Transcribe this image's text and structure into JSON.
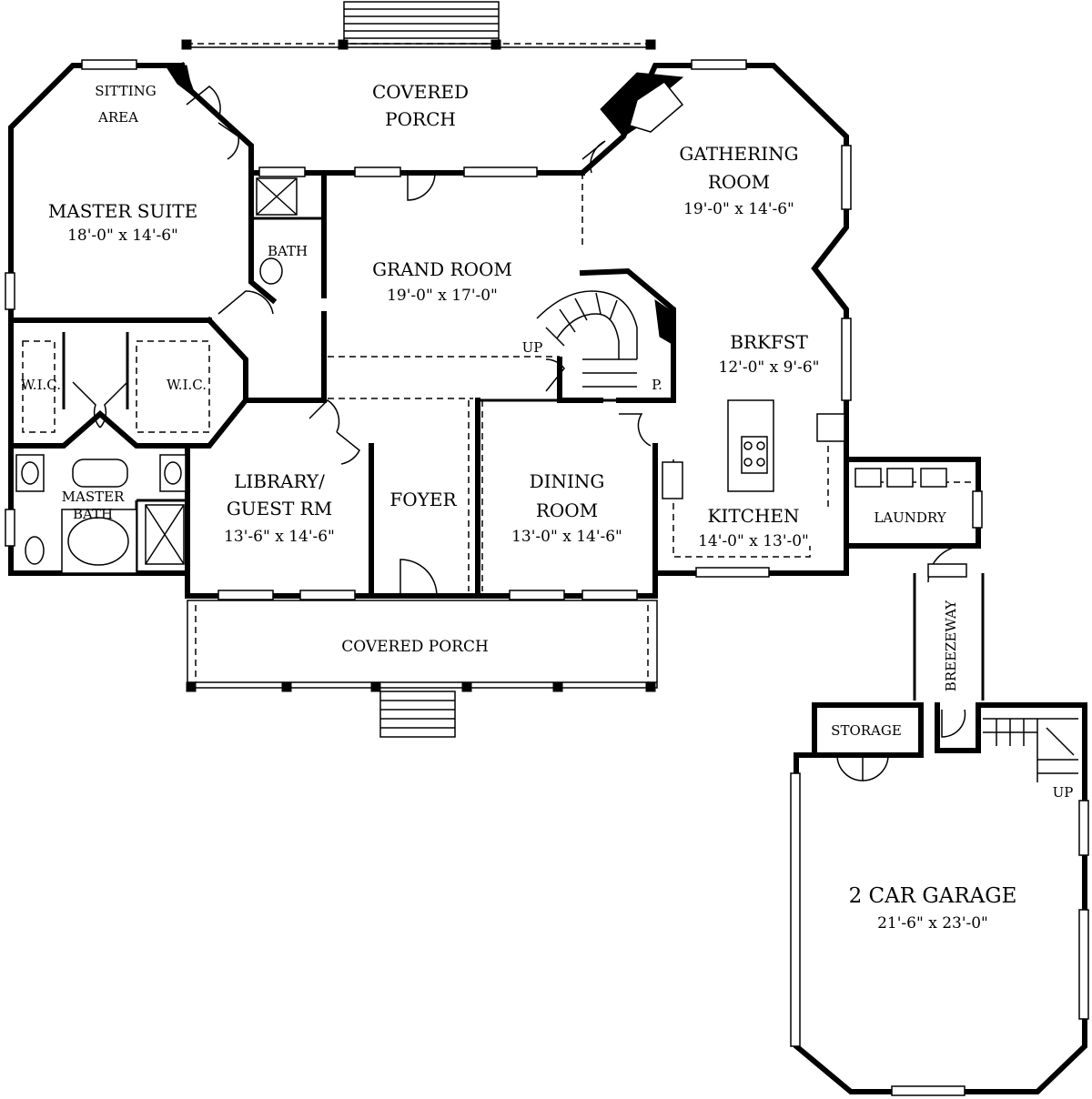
{
  "rooms": {
    "covered_porch_rear": "COVERED\nPORCH",
    "covered_porch_rear_l1": "COVERED",
    "covered_porch_rear_l2": "PORCH",
    "sitting_area_l1": "SITTING",
    "sitting_area_l2": "AREA",
    "gathering_room_l1": "GATHERING",
    "gathering_room_l2": "ROOM",
    "gathering_room_dim": "19'-0\" x 14'-6\"",
    "master_suite": "MASTER SUITE",
    "master_suite_dim": "18'-0\" x 14'-6\"",
    "bath": "BATH",
    "grand_room": "GRAND ROOM",
    "grand_room_dim": "19'-0\" x 17'-0\"",
    "stair_up": "UP",
    "brkfst": "BRKFST",
    "brkfst_dim": "12'-0\" x 9'-6\"",
    "pantry": "P.",
    "wic_left": "W.I.C.",
    "wic_right": "W.I.C.",
    "library_l1": "LIBRARY/",
    "library_l2": "GUEST RM",
    "library_dim": "13'-6\" x 14'-6\"",
    "foyer": "FOYER",
    "dining_l1": "DINING",
    "dining_l2": "ROOM",
    "dining_dim": "13'-0\" x 14'-6\"",
    "master_bath_l1": "MASTER",
    "master_bath_l2": "BATH",
    "kitchen": "KITCHEN",
    "kitchen_dim": "14'-0\" x 13'-0\"",
    "laundry": "LAUNDRY",
    "covered_porch_front": "COVERED PORCH",
    "breezeway": "BREEZEWAY",
    "storage": "STORAGE",
    "garage_stair_up": "UP",
    "garage": "2 CAR GARAGE",
    "garage_dim": "21'-6\" x 23'-0\""
  }
}
